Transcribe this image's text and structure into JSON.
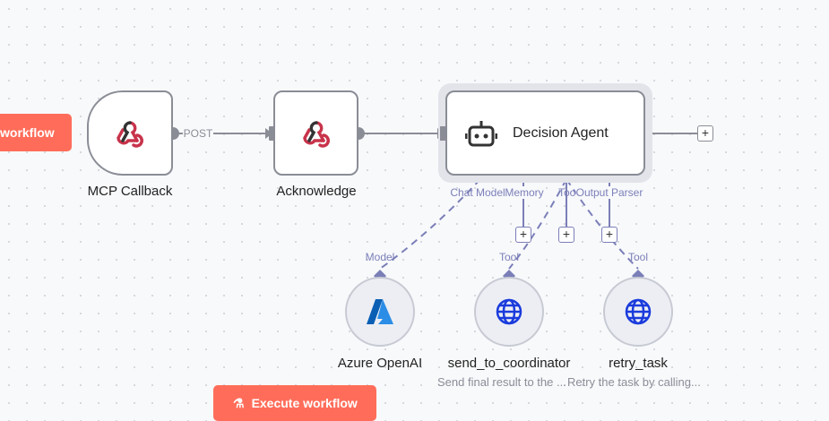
{
  "buttons": {
    "open_workflow": "workflow",
    "execute": "Execute workflow"
  },
  "colors": {
    "accent": "#ff6d5a",
    "connector": "#7b7fb8"
  },
  "nodes": {
    "mcp_callback": {
      "label": "MCP Callback",
      "icon": "webhook-icon"
    },
    "acknowledge": {
      "label": "Acknowledge",
      "icon": "webhook-icon"
    },
    "decision_agent": {
      "label": "Decision Agent",
      "icon": "robot-icon",
      "handles": [
        "Chat Model",
        "Memory",
        "Tool",
        "Output Parser"
      ]
    },
    "azure": {
      "label": "Azure OpenAI",
      "handle": "Model",
      "icon": "azure-icon"
    },
    "send": {
      "label": "send_to_coordinator",
      "handle": "Tool",
      "subtitle": "Send final result to the ...",
      "icon": "globe-icon"
    },
    "retry": {
      "label": "retry_task",
      "handle": "Tool",
      "subtitle": "Retry the task by calling...",
      "icon": "globe-icon"
    }
  },
  "edges": {
    "post_label": "POST"
  }
}
